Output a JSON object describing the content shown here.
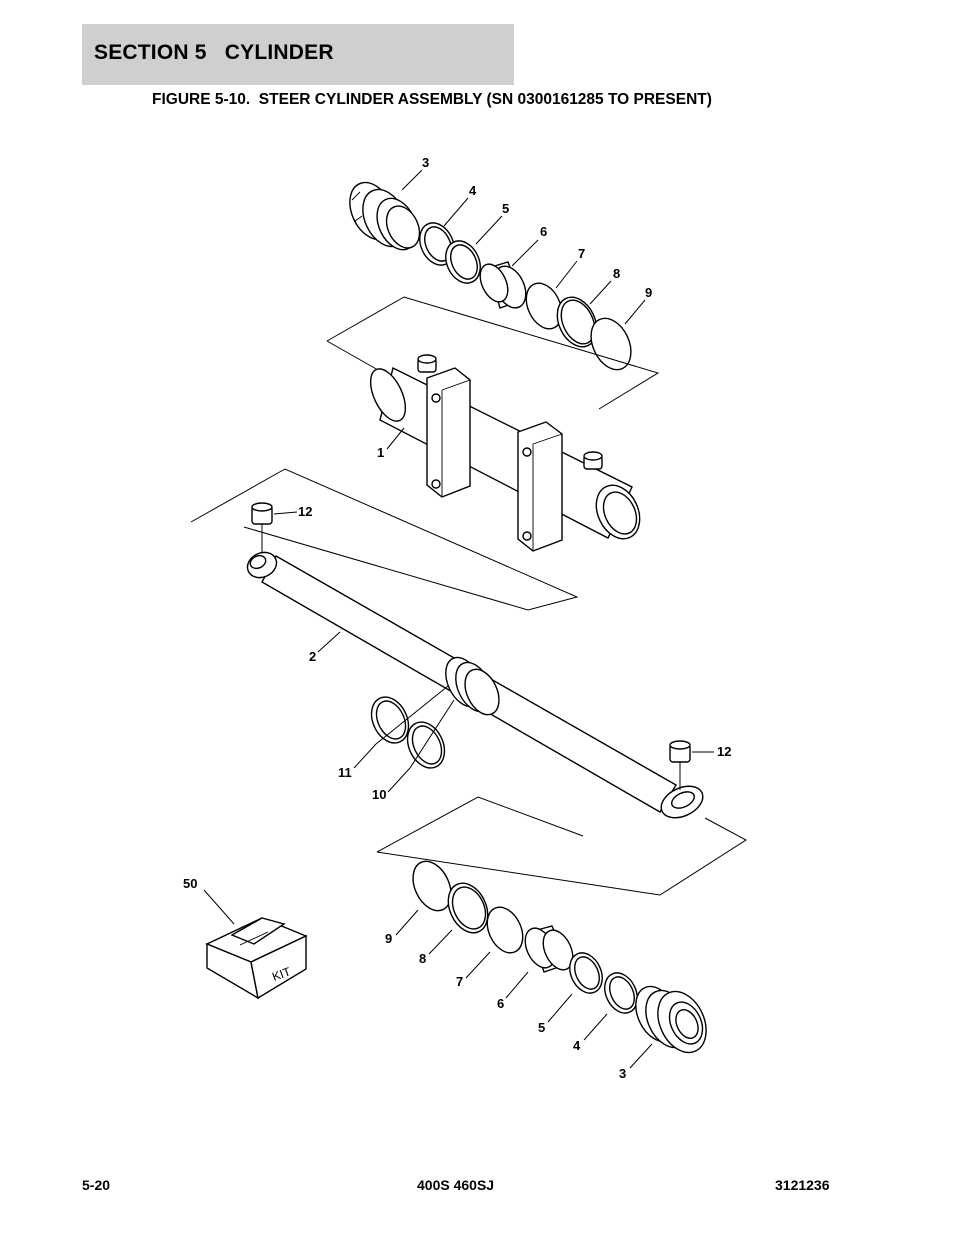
{
  "header": {
    "section_title": "SECTION 5   CYLINDER",
    "figure_title": "FIGURE 5-10.  STEER CYLINDER ASSEMBLY (SN 0300161285 TO PRESENT)"
  },
  "callouts": {
    "top_gland": "3",
    "top_ring_4": "4",
    "top_ring_5": "5",
    "top_bushing": "6",
    "top_ring_7": "7",
    "top_ring_8": "8",
    "top_ring_9": "9",
    "barrel": "1",
    "bushing_upper": "12",
    "rod": "2",
    "piston_ring_11": "11",
    "piston_ring_10": "10",
    "bushing_lower": "12",
    "kit": "50",
    "bottom_ring_9": "9",
    "bottom_ring_8": "8",
    "bottom_ring_7": "7",
    "bottom_bushing": "6",
    "bottom_ring_5": "5",
    "bottom_ring_4": "4",
    "bottom_gland": "3"
  },
  "kit_label": "KIT",
  "footer": {
    "page_number": "5-20",
    "model": "400S 460SJ",
    "manual_number": "3121236"
  }
}
